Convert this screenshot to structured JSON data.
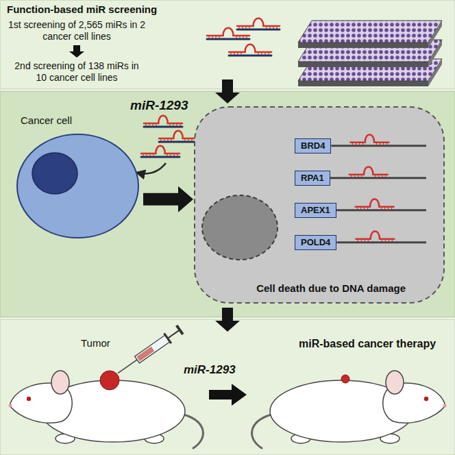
{
  "diagram": {
    "nodes": [
      {
        "text": [
          "Function-based miR screening",
          "1st screening of 2,565 miRs in 2 cancer cell lines",
          "2nd screening of 138 miRs in 10 cancer cell lines"
        ]
      },
      {
        "text": [
          "miR-1293"
        ]
      },
      {
        "text": [
          "Cancer cell"
        ],
        "in": 1
      },
      {
        "text": [
          "Cell death due to DNA damage"
        ],
        "in": 1
      },
      {
        "text": [
          "BRD4"
        ],
        "in": 3
      },
      {
        "text": [
          "RPA1"
        ],
        "in": 3
      },
      {
        "text": [
          "APEX1"
        ],
        "in": 3
      },
      {
        "text": [
          "POLD4"
        ],
        "in": 3
      },
      {
        "text": [
          "Tumor",
          "miR-1293",
          "miR-based cancer therapy"
        ]
      }
    ],
    "edges": [
      {
        "from": 0,
        "to": 1,
        "arrow": "to"
      },
      {
        "from": 2,
        "to": 3,
        "arrow": "to"
      },
      {
        "from": 1,
        "to": 8,
        "arrow": "to"
      }
    ]
  }
}
